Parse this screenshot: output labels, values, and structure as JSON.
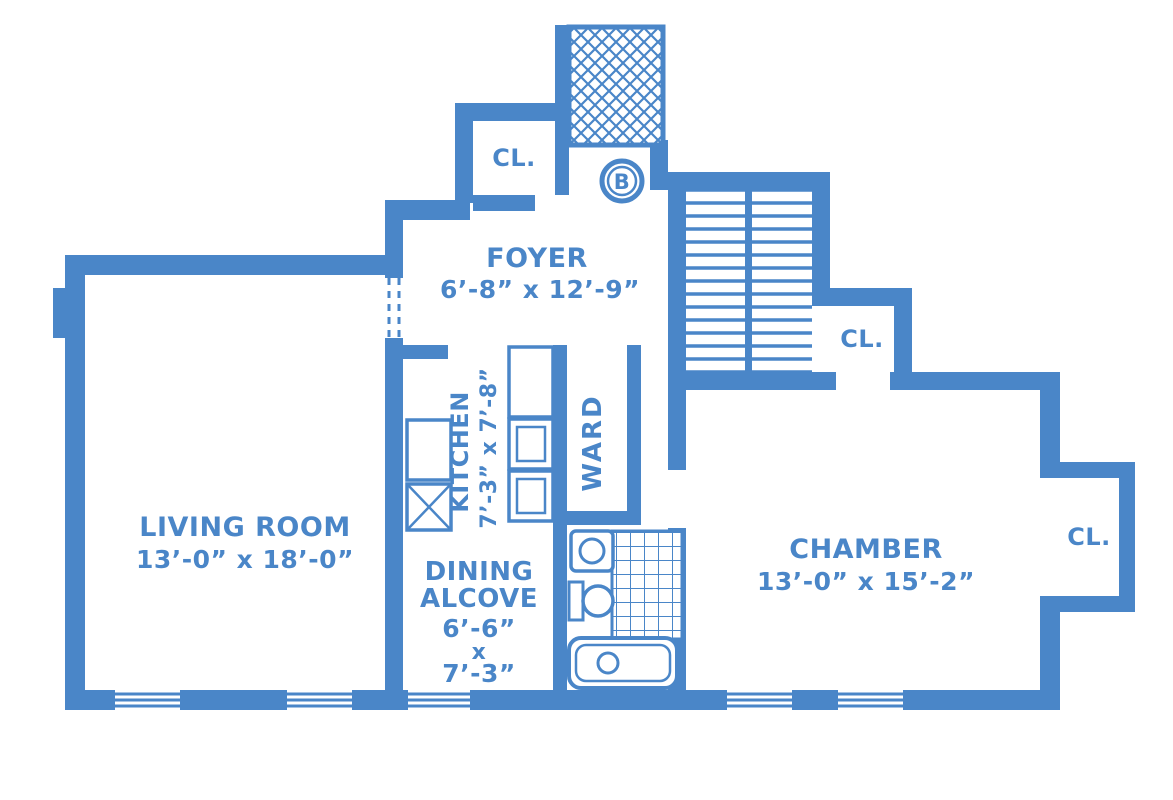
{
  "colors": {
    "ink": "#4a86c8",
    "background": "#ffffff"
  },
  "labels": {
    "closet_top": "CL.",
    "unit": "B",
    "foyer_name": "FOYER",
    "foyer_dims": "6’-8” x 12’-9”",
    "closet_stairs": "CL.",
    "living_name": "LIVING ROOM",
    "living_dims": "13’-0” x 18’-0”",
    "kitchen_name": "KITCHEN",
    "kitchen_dims": "7’-3” x 7’-8”",
    "ward": "WARD",
    "dining_line1": "DINING",
    "dining_line2": "ALCOVE",
    "dining_dims1": "6’-6”",
    "dining_dims2": "x",
    "dining_dims3": "7’-3”",
    "chamber_name": "CHAMBER",
    "chamber_dims": "13’-0” x 15’-2”",
    "closet_chamber": "CL."
  }
}
